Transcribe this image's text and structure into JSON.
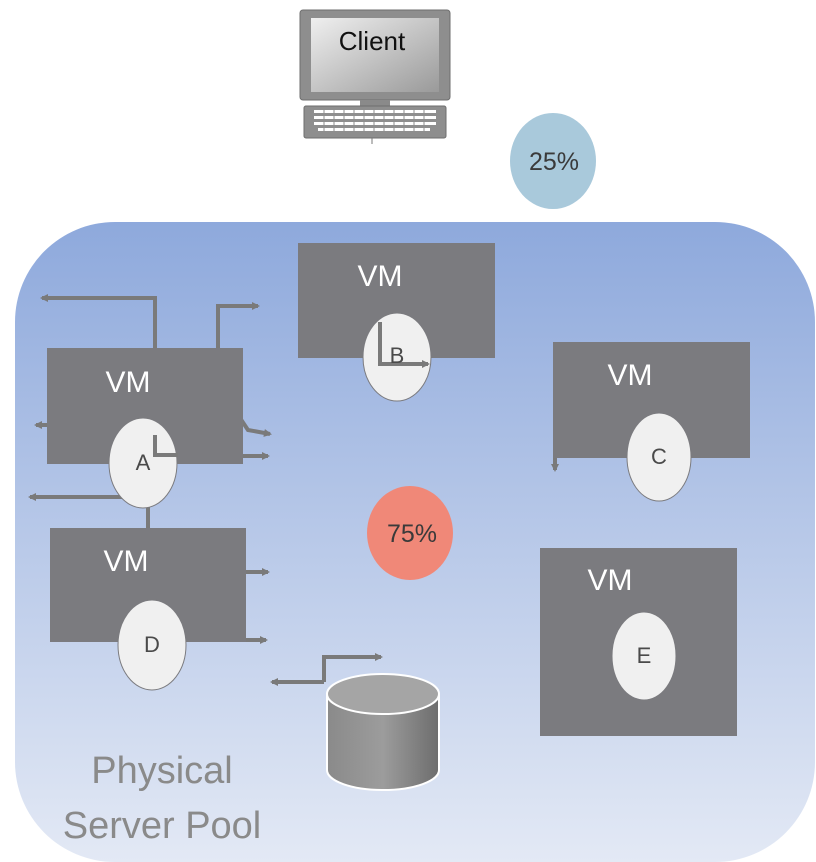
{
  "client": {
    "label": "Client"
  },
  "badges": {
    "client_share": "25%",
    "pool_share": "75%"
  },
  "pool": {
    "label_line1": "Physical",
    "label_line2": "Server Pool"
  },
  "vms": [
    {
      "label": "VM",
      "node": "A"
    },
    {
      "label": "VM",
      "node": "B"
    },
    {
      "label": "VM",
      "node": "C"
    },
    {
      "label": "VM",
      "node": "D"
    },
    {
      "label": "VM",
      "node": "E"
    }
  ],
  "colors": {
    "pool_top": "#8ea9dc",
    "pool_bottom": "#e3e9f5",
    "vm_box": "#7b7b7f",
    "node_fill": "#f0f0f0",
    "arrow": "#7a7a7a",
    "badge_client": "#a9c9db",
    "badge_pool": "#f08878",
    "pool_text": "#8a8a8a"
  }
}
